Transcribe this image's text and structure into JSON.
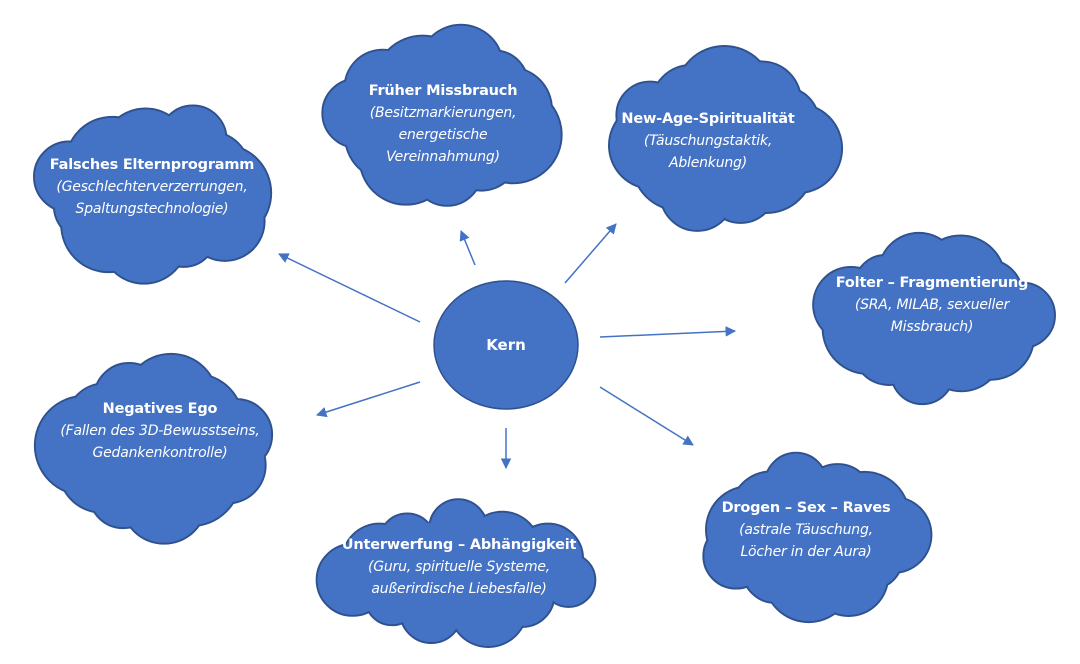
{
  "diagram": {
    "colors": {
      "fill": "#4472C4",
      "stroke": "#2F528F",
      "arrow": "#4472C4",
      "text": "#FFFFFF",
      "background": "#FFFFFF"
    },
    "core": {
      "label": "Kern"
    },
    "nodes": [
      {
        "id": "falsches-elternprogramm",
        "title": "Falsches Elternprogramm",
        "lines": [
          "(Geschlechterverzerrungen,",
          "Spaltungstechnologie)"
        ]
      },
      {
        "id": "frueher-missbrauch",
        "title": "Früher Missbrauch",
        "lines": [
          "(Besitzmarkierungen,",
          "energetische",
          "Vereinnahmung)"
        ]
      },
      {
        "id": "new-age-spiritualitaet",
        "title": "New-Age-Spiritualität",
        "lines": [
          "(Täuschungstaktik,",
          "Ablenkung)"
        ]
      },
      {
        "id": "folter-fragmentierung",
        "title": "Folter – Fragmentierung",
        "lines": [
          "(SRA, MILAB, sexueller",
          "Missbrauch)"
        ]
      },
      {
        "id": "negatives-ego",
        "title": "Negatives Ego",
        "lines": [
          "(Fallen des 3D-Bewusstseins,",
          "Gedankenkontrolle)"
        ]
      },
      {
        "id": "unterwerfung-abhaengigkeit",
        "title": "Unterwerfung – Abhängigkeit",
        "lines": [
          "(Guru, spirituelle Systeme,",
          "außerirdische Liebesfalle)"
        ]
      },
      {
        "id": "drogen-sex-raves",
        "title": "Drogen – Sex – Raves",
        "lines": [
          "(astrale Täuschung,",
          "Löcher in der Aura)"
        ]
      }
    ],
    "edges": [
      {
        "from": "Kern",
        "to": "falsches-elternprogramm"
      },
      {
        "from": "Kern",
        "to": "frueher-missbrauch"
      },
      {
        "from": "Kern",
        "to": "new-age-spiritualitaet"
      },
      {
        "from": "Kern",
        "to": "folter-fragmentierung"
      },
      {
        "from": "Kern",
        "to": "negatives-ego"
      },
      {
        "from": "Kern",
        "to": "unterwerfung-abhaengigkeit"
      },
      {
        "from": "Kern",
        "to": "drogen-sex-raves"
      }
    ]
  }
}
